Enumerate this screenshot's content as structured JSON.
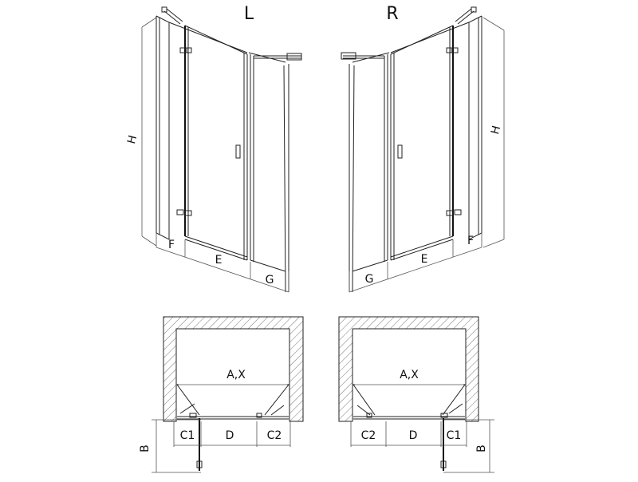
{
  "left_panel": {
    "title": "L",
    "dims": {
      "height": "H",
      "fixed": "F",
      "door": "E",
      "side": "G"
    }
  },
  "right_panel": {
    "title": "R",
    "dims": {
      "height": "H",
      "fixed": "F",
      "door": "E",
      "side": "G"
    }
  },
  "left_plan": {
    "width_label": "A,X",
    "segments": [
      "C1",
      "D",
      "C2"
    ],
    "depth_label": "B"
  },
  "right_plan": {
    "width_label": "A,X",
    "segments": [
      "C2",
      "D",
      "C1"
    ],
    "depth_label": "B"
  },
  "colors": {
    "line": "#222222",
    "hatch": "#777777",
    "background": "#ffffff"
  }
}
